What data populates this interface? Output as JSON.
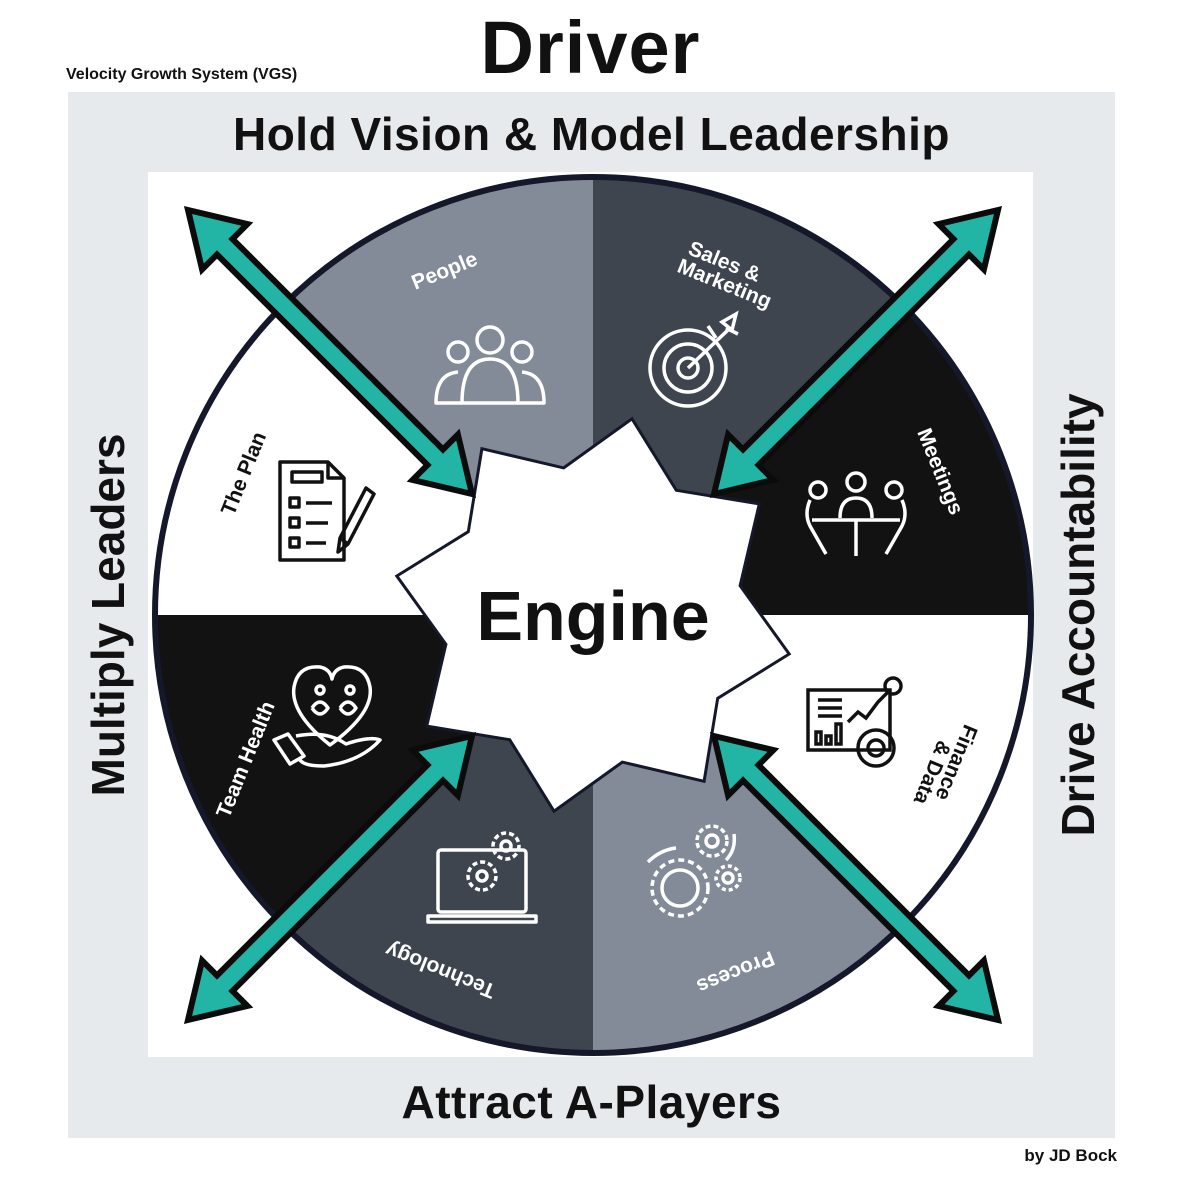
{
  "header": {
    "title": "Driver",
    "subtitle": "Velocity Growth System (VGS)"
  },
  "sides": {
    "top": "Hold Vision & Model Leadership",
    "bottom": "Attract A-Players",
    "left": "Multiply Leaders",
    "right": "Drive Accountability"
  },
  "center": {
    "label": "Engine"
  },
  "segments": [
    {
      "label": "People",
      "icon": "people-group-icon",
      "color": "#838b99",
      "text_color": "#ffffff"
    },
    {
      "label_line1": "Sales &",
      "label_line2": "Marketing",
      "icon": "target-arrow-icon",
      "color": "#3f454f",
      "text_color": "#ffffff"
    },
    {
      "label": "Meetings",
      "icon": "meeting-table-icon",
      "color": "#121212",
      "text_color": "#ffffff"
    },
    {
      "label_line1": "Finance",
      "label_line2": "& Data",
      "icon": "dashboard-chart-icon",
      "color": "#ffffff",
      "text_color": "#111111"
    },
    {
      "label": "Process",
      "icon": "gears-icon",
      "color": "#838b99",
      "text_color": "#ffffff"
    },
    {
      "label": "Technology",
      "icon": "laptop-gear-icon",
      "color": "#3f454f",
      "text_color": "#ffffff"
    },
    {
      "label": "Team Health",
      "icon": "hand-heart-icon",
      "color": "#121212",
      "text_color": "#ffffff"
    },
    {
      "label": "The Plan",
      "icon": "checklist-pencil-icon",
      "color": "#ffffff",
      "text_color": "#111111"
    }
  ],
  "colors": {
    "accent": "#22b5a6",
    "ring": "#15182a",
    "frame": "#e7eaed"
  },
  "footer": {
    "credit": "by JD Bock"
  }
}
